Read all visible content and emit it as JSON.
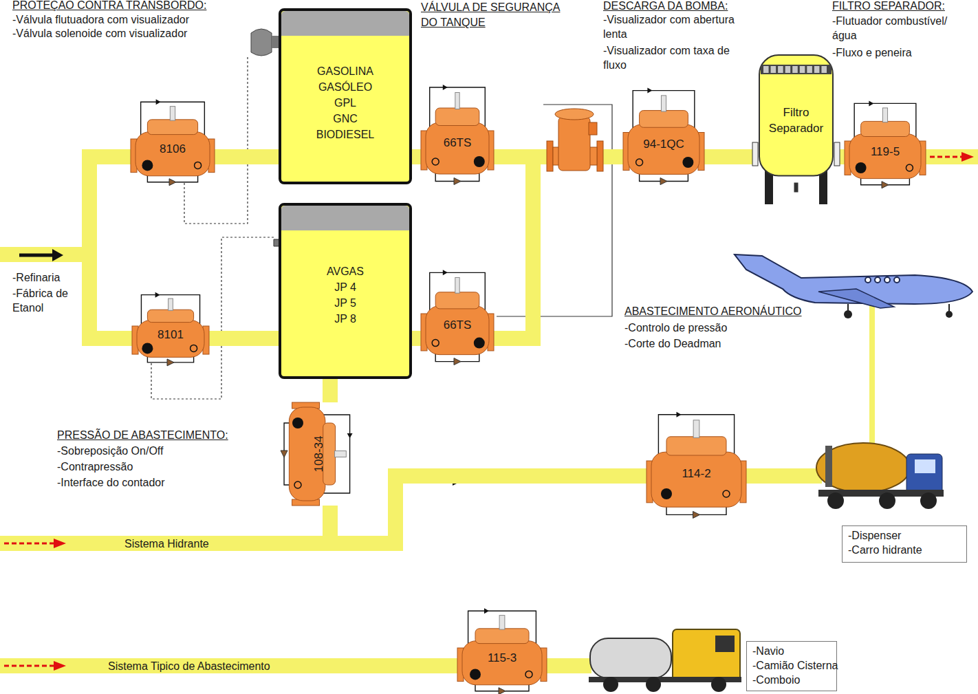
{
  "diagram": {
    "nodes": [
      {
        "text": [
          "GASOLINA",
          "GASÓLEO",
          "GPL",
          "GNC",
          "BIODIESEL"
        ]
      },
      {
        "text": [
          "AVGAS",
          "JP 4",
          "JP 5",
          "JP 8"
        ]
      },
      {
        "text": [
          "8106"
        ]
      },
      {
        "text": [
          "8101"
        ]
      },
      {
        "text": [
          "66TS"
        ]
      },
      {
        "text": [
          "66TS"
        ]
      },
      {
        "text": [
          "94-1QC"
        ]
      },
      {
        "text": [
          "Filtro Separador"
        ]
      },
      {
        "text": [
          "119-5"
        ]
      },
      {
        "text": [
          "108-34"
        ]
      },
      {
        "text": [
          "114-2"
        ]
      },
      {
        "text": [
          "-Dispenser",
          "-Carro hidrante"
        ]
      },
      {
        "text": [
          "115-3"
        ]
      },
      {
        "text": [
          "-Navio",
          "-Camião Cisterna",
          "-Comboio"
        ]
      }
    ],
    "edges": [
      {
        "from": 2,
        "to": 0,
        "arrow": "none"
      },
      {
        "from": 3,
        "to": 1,
        "arrow": "none"
      },
      {
        "from": 0,
        "to": 4,
        "arrow": "none"
      },
      {
        "from": 1,
        "to": 5,
        "arrow": "none"
      },
      {
        "from": 4,
        "to": 6,
        "arrow": "none"
      },
      {
        "from": 5,
        "to": 6,
        "arrow": "none"
      },
      {
        "from": 6,
        "to": 7,
        "arrow": "none"
      },
      {
        "from": 7,
        "to": 8,
        "arrow": "none"
      },
      {
        "from": 1,
        "to": 9,
        "arrow": "none"
      },
      {
        "from": 9,
        "to": 10,
        "arrow": "none"
      }
    ],
    "labels": [
      "PROTEÇÃO CONTRA TRANSBORDO:",
      "-Válvula flutuadora com visualizador",
      "-Válvula solenoide com visualizador",
      "VÁLVULA DE SEGURANÇA DO TANQUE",
      "DESCARGA DA BOMBA:",
      "-Visualizador com abertura lenta",
      "-Visualizador com taxa de fluxo",
      "FILTRO SEPARADOR:",
      "-Flutuador combustível/ água",
      "-Fluxo e peneira",
      "-Refinaria",
      "-Fábrica de Etanol",
      "ABASTECIMENTO AERONÁUTICO",
      "-Controlo de pressão",
      "-Corte do Deadman",
      "PRESSÃO DE ABASTECIMENTO:",
      "-Sobreposição On/Off",
      "-Contrapressão",
      "-Interface do contador",
      "Sistema Hidrante",
      "Sistema Tipico de Abastecimento"
    ]
  }
}
